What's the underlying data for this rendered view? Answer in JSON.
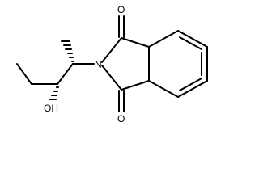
{
  "molecule": {
    "atoms": {
      "nitrogen": "N",
      "carbonyl_oxygen_top": "O",
      "carbonyl_oxygen_bottom": "O",
      "hydroxyl": "OH"
    }
  },
  "colors": {
    "bond": "#000000",
    "background": "#ffffff"
  }
}
